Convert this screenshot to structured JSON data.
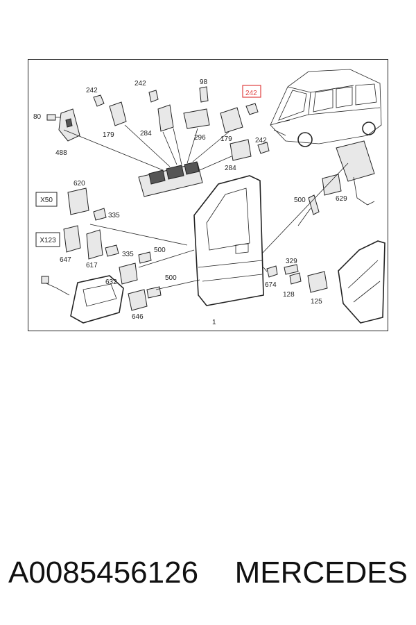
{
  "diagram": {
    "callouts": {
      "c80": "80",
      "c488": "488",
      "c242a": "242",
      "c179a": "179",
      "c242b": "242",
      "c284a": "284",
      "c98": "98",
      "c296": "296",
      "c242h": "242",
      "c179b": "179",
      "c242c": "242",
      "c284b": "284",
      "c620": "620",
      "c335a": "335",
      "c647": "647",
      "c617": "617",
      "c335b": "335",
      "c500a": "500",
      "c632": "632",
      "c500b": "500",
      "c646": "646",
      "c1": "1",
      "c500c": "500",
      "c629": "629",
      "c329": "329",
      "c674": "674",
      "c128": "128",
      "c125": "125"
    },
    "boxes": {
      "x50": "X50",
      "x123": "X123"
    },
    "highlight_color": "#e04040"
  },
  "footer": {
    "part_number": "A0085456126",
    "brand": "MERCEDES"
  }
}
